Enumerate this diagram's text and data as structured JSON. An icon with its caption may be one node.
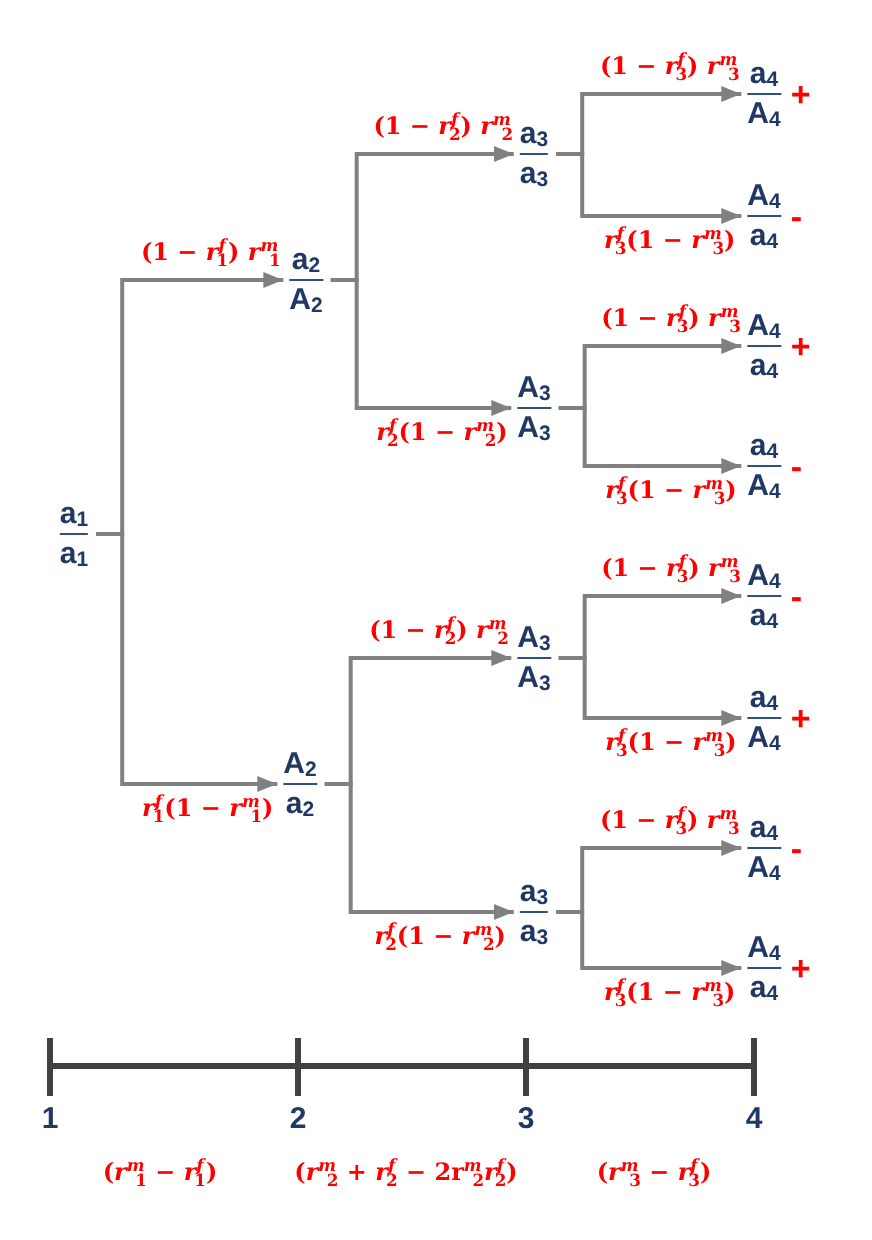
{
  "diagram": {
    "nodes": [
      {
        "text": [
          "a$_{1}$",
          "a$_{1}$"
        ]
      },
      {
        "text": [
          "a$_{2}$",
          "A$_{2}$"
        ]
      },
      {
        "text": [
          "A$_{2}$",
          "a$_{2}$"
        ]
      },
      {
        "text": [
          "a$_{3}$",
          "a$_{3}$"
        ]
      },
      {
        "text": [
          "A$_{3}$",
          "A$_{3}$"
        ]
      },
      {
        "text": [
          "A$_{3}$",
          "A$_{3}$"
        ]
      },
      {
        "text": [
          "a$_{3}$",
          "a$_{3}$"
        ]
      },
      {
        "text": [
          "a$_{4}$",
          "A$_{4}$"
        ],
        "beside": [
          "+"
        ]
      },
      {
        "text": [
          "A$_{4}$",
          "a$_{4}$"
        ],
        "beside": [
          "-"
        ]
      },
      {
        "text": [
          "A$_{4}$",
          "a$_{4}$"
        ],
        "beside": [
          "+"
        ]
      },
      {
        "text": [
          "a$_{4}$",
          "A$_{4}$"
        ],
        "beside": [
          "-"
        ]
      },
      {
        "text": [
          "A$_{4}$",
          "a$_{4}$"
        ],
        "beside": [
          "-"
        ]
      },
      {
        "text": [
          "a$_{4}$",
          "A$_{4}$"
        ],
        "beside": [
          "+"
        ]
      },
      {
        "text": [
          "a$_{4}$",
          "A$_{4}$"
        ],
        "beside": [
          "-"
        ]
      },
      {
        "text": [
          "A$_{4}$",
          "a$_{4}$"
        ],
        "beside": [
          "+"
        ]
      }
    ],
    "edges": [
      {
        "from": 0,
        "to": 1,
        "arrow": "to",
        "label": "(1 − *r*$^{f}$$_{1}$) *r*$^{m}$$_{1}$"
      },
      {
        "from": 0,
        "to": 2,
        "arrow": "to",
        "label": "*r*$^{f}$$_{1}$(1 − *r*$^{m}$$_{1}$)"
      },
      {
        "from": 1,
        "to": 3,
        "arrow": "to",
        "label": "(1 − *r*$^{f}$$_{2}$) *r*$^{m}$$_{2}$"
      },
      {
        "from": 1,
        "to": 4,
        "arrow": "to",
        "label": "*r*$^{f}$$_{2}$(1 − *r*$^{m}$$_{2}$)"
      },
      {
        "from": 2,
        "to": 5,
        "arrow": "to",
        "label": "(1 − *r*$^{f}$$_{2}$) *r*$^{m}$$_{2}$"
      },
      {
        "from": 2,
        "to": 6,
        "arrow": "to",
        "label": "*r*$^{f}$$_{2}$(1 − *r*$^{m}$$_{2}$)"
      },
      {
        "from": 3,
        "to": 7,
        "arrow": "to",
        "label": "(1 − *r*$^{f}$$_{3}$) *r*$^{m}$$_{3}$"
      },
      {
        "from": 3,
        "to": 8,
        "arrow": "to",
        "label": "*r*$^{f}$$_{3}$(1 − *r*$^{m}$$_{3}$)"
      },
      {
        "from": 4,
        "to": 9,
        "arrow": "to",
        "label": "(1 − *r*$^{f}$$_{3}$) *r*$^{m}$$_{3}$"
      },
      {
        "from": 4,
        "to": 10,
        "arrow": "to",
        "label": "*r*$^{f}$$_{3}$(1 − *r*$^{m}$$_{3}$)"
      },
      {
        "from": 5,
        "to": 11,
        "arrow": "to",
        "label": "(1 − *r*$^{f}$$_{3}$) *r*$^{m}$$_{3}$"
      },
      {
        "from": 5,
        "to": 12,
        "arrow": "to",
        "label": "*r*$^{f}$$_{3}$(1 − *r*$^{m}$$_{3}$)"
      },
      {
        "from": 6,
        "to": 13,
        "arrow": "to",
        "label": "(1 − *r*$^{f}$$_{3}$) *r*$^{m}$$_{3}$"
      },
      {
        "from": 6,
        "to": 14,
        "arrow": "to",
        "label": "*r*$^{f}$$_{3}$(1 − *r*$^{m}$$_{3}$)"
      }
    ],
    "labels": [
      "1",
      "2",
      "3",
      "4",
      "(*r*$^{m}$$_{1}$ − *r*$^{f}$$_{1}$)",
      "(*r*$^{m}$$_{2}$ + *r*$^{f}$$_{2}$ − 2r$^{m}$$_{2}$*r*$^{f}$$_{2}$)",
      "(*r*$^{m}$$_{3}$ − *r*$^{f}$$_{3}$)"
    ]
  }
}
